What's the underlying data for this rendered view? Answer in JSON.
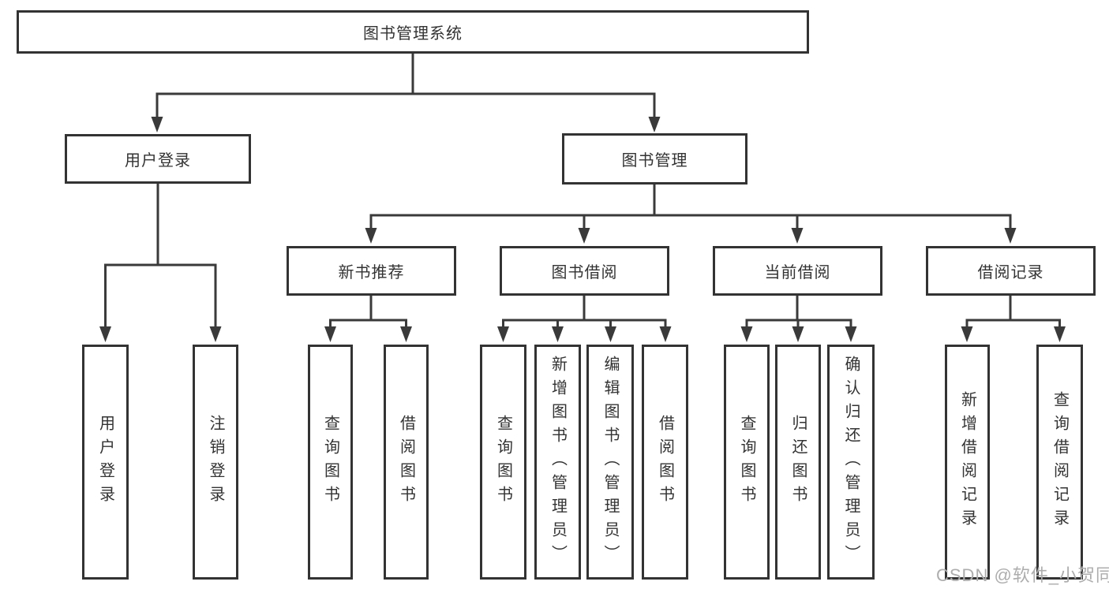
{
  "colors": {
    "line": "#3a3a3a",
    "border": "#333333",
    "text": "#333333",
    "watermark": "#adadad",
    "background": "#ffffff"
  },
  "diagram": {
    "root": {
      "label": "图书管理系统"
    },
    "level2": [
      {
        "label": "用户登录"
      },
      {
        "label": "图书管理"
      }
    ],
    "level3": [
      {
        "label": "新书推荐"
      },
      {
        "label": "图书借阅"
      },
      {
        "label": "当前借阅"
      },
      {
        "label": "借阅记录"
      }
    ],
    "leaves": [
      {
        "label": "用户登录"
      },
      {
        "label": "注销登录"
      },
      {
        "label": "查询图书"
      },
      {
        "label": "借阅图书"
      },
      {
        "label": "查询图书"
      },
      {
        "label": "新增图书（管理员）"
      },
      {
        "label": "编辑图书（管理员）"
      },
      {
        "label": "借阅图书"
      },
      {
        "label": "查询图书"
      },
      {
        "label": "归还图书"
      },
      {
        "label": "确认归还（管理员）"
      },
      {
        "label": "新增借阅记录"
      },
      {
        "label": "查询借阅记录"
      }
    ]
  },
  "watermark": {
    "text": "CSDN @软件_小贺同学"
  }
}
